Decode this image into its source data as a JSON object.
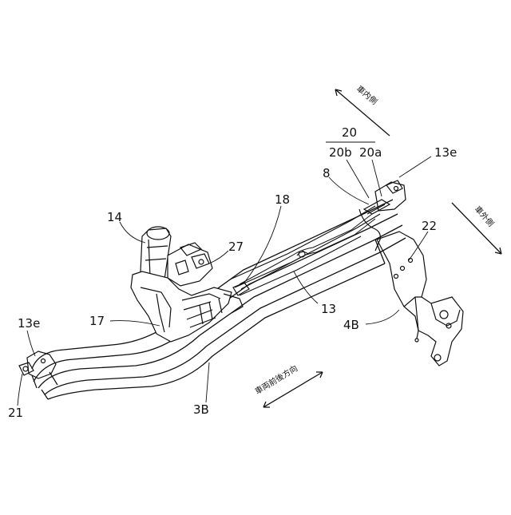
{
  "labels": {
    "ref_20": "20",
    "ref_20b": "20b",
    "ref_20a": "20a",
    "ref_13e_right": "13e",
    "ref_8": "8",
    "ref_22": "22",
    "ref_18": "18",
    "ref_14": "14",
    "ref_27": "27",
    "ref_13": "13",
    "ref_4B": "4B",
    "ref_13e_left": "13e",
    "ref_17": "17",
    "ref_21": "21",
    "ref_3B": "3B"
  },
  "directions": {
    "inner_side": "車内側",
    "outer_side": "車外側",
    "front_rear": "車両前後方向"
  }
}
